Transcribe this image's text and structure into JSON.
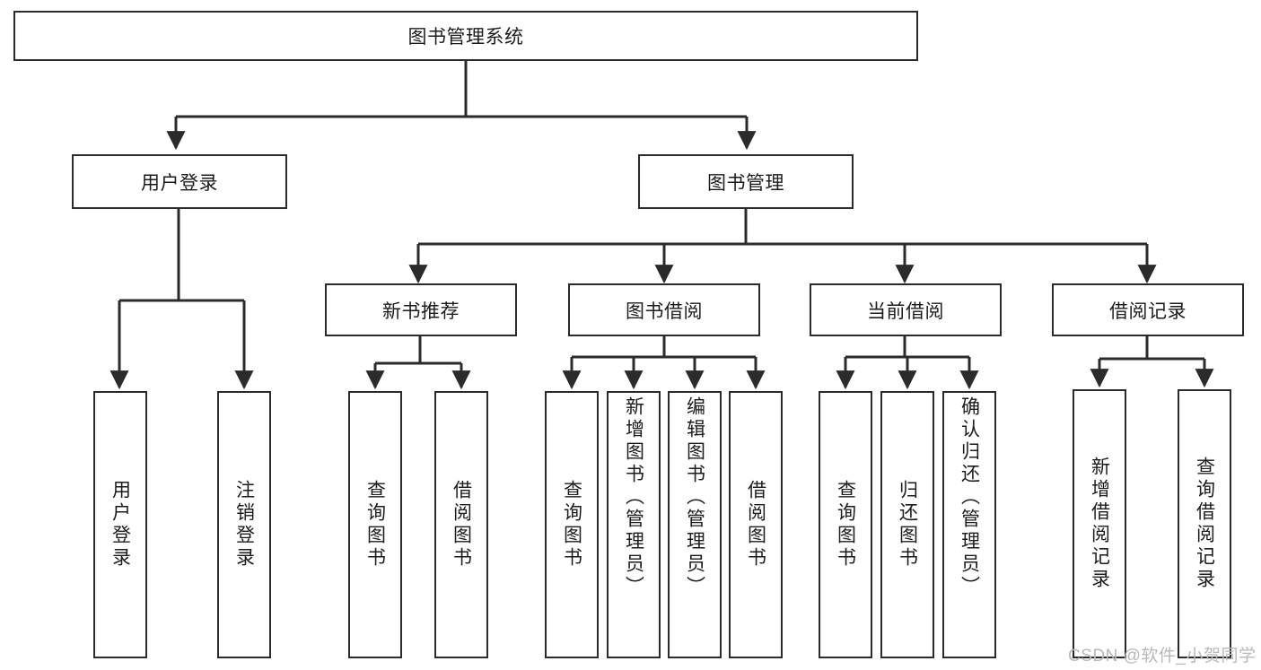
{
  "diagram": {
    "title": "图书管理系统",
    "type": "tree",
    "colors": {
      "stroke": "#2b2b2b",
      "fill": "#ffffff",
      "text": "#1c1c1c",
      "watermark": "#b9b9b9"
    },
    "root": {
      "label": "图书管理系统"
    },
    "level2": [
      {
        "label": "用户登录"
      },
      {
        "label": "图书管理"
      }
    ],
    "level3": [
      {
        "label": "新书推荐"
      },
      {
        "label": "图书借阅"
      },
      {
        "label": "当前借阅"
      },
      {
        "label": "借阅记录"
      }
    ],
    "leaves": {
      "user_login": [
        {
          "label": "用户登录"
        },
        {
          "label": "注销登录"
        }
      ],
      "new_book": [
        {
          "label": "查询图书"
        },
        {
          "label": "借阅图书"
        }
      ],
      "book_borrow": [
        {
          "label": "查询图书"
        },
        {
          "label": "新增图书（管理员）"
        },
        {
          "label": "编辑图书（管理员）"
        },
        {
          "label": "借阅图书"
        }
      ],
      "current_borrow": [
        {
          "label": "查询图书"
        },
        {
          "label": "归还图书"
        },
        {
          "label": "确认归还（管理员）"
        }
      ],
      "borrow_record": [
        {
          "label": "新增借阅记录"
        },
        {
          "label": "查询借阅记录"
        }
      ]
    }
  },
  "watermark": {
    "text": "CSDN @软件_小贺同学"
  }
}
